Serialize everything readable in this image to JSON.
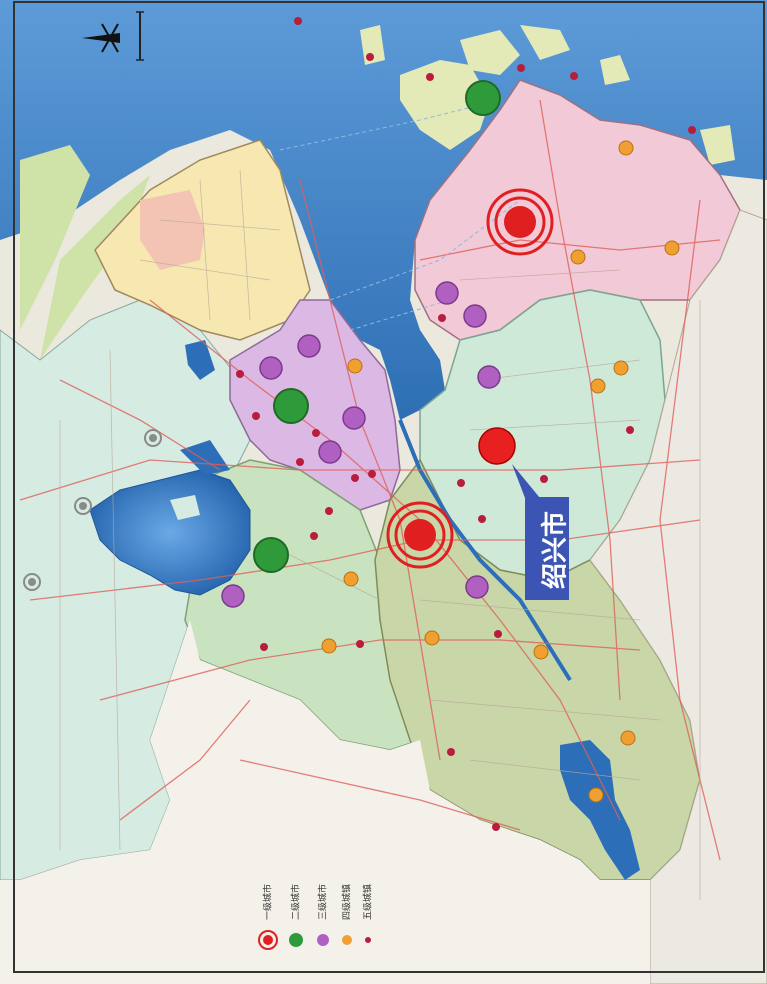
{
  "callout": {
    "label": "绍兴市"
  },
  "colors": {
    "sea": "#3a7cc0",
    "lake": "#2c6fb8",
    "region_yellow": "#f6e8b0",
    "region_pink": "#f2c9d6",
    "region_violet": "#dcb8e4",
    "region_green": "#c9e3c1",
    "region_teal": "#cfe9d9",
    "region_olive": "#c8d6a8",
    "land_grey": "#e9e7df",
    "road": "#e0605a",
    "callout_bg": "#3c55b5",
    "level1": "#e02020",
    "level2": "#2f9a3a",
    "level3": "#b060c0",
    "level4": "#f0a030",
    "level5": "#b81e3c"
  },
  "legend": {
    "items": [
      {
        "symbol": "level-1-marker",
        "label": "一级城市"
      },
      {
        "symbol": "level-2-marker",
        "label": "二级城市"
      },
      {
        "symbol": "level-3-marker",
        "label": "三级城市"
      },
      {
        "symbol": "level-4-marker",
        "label": "四级城镇"
      },
      {
        "symbol": "level-5-marker",
        "label": "五级城镇"
      }
    ]
  }
}
